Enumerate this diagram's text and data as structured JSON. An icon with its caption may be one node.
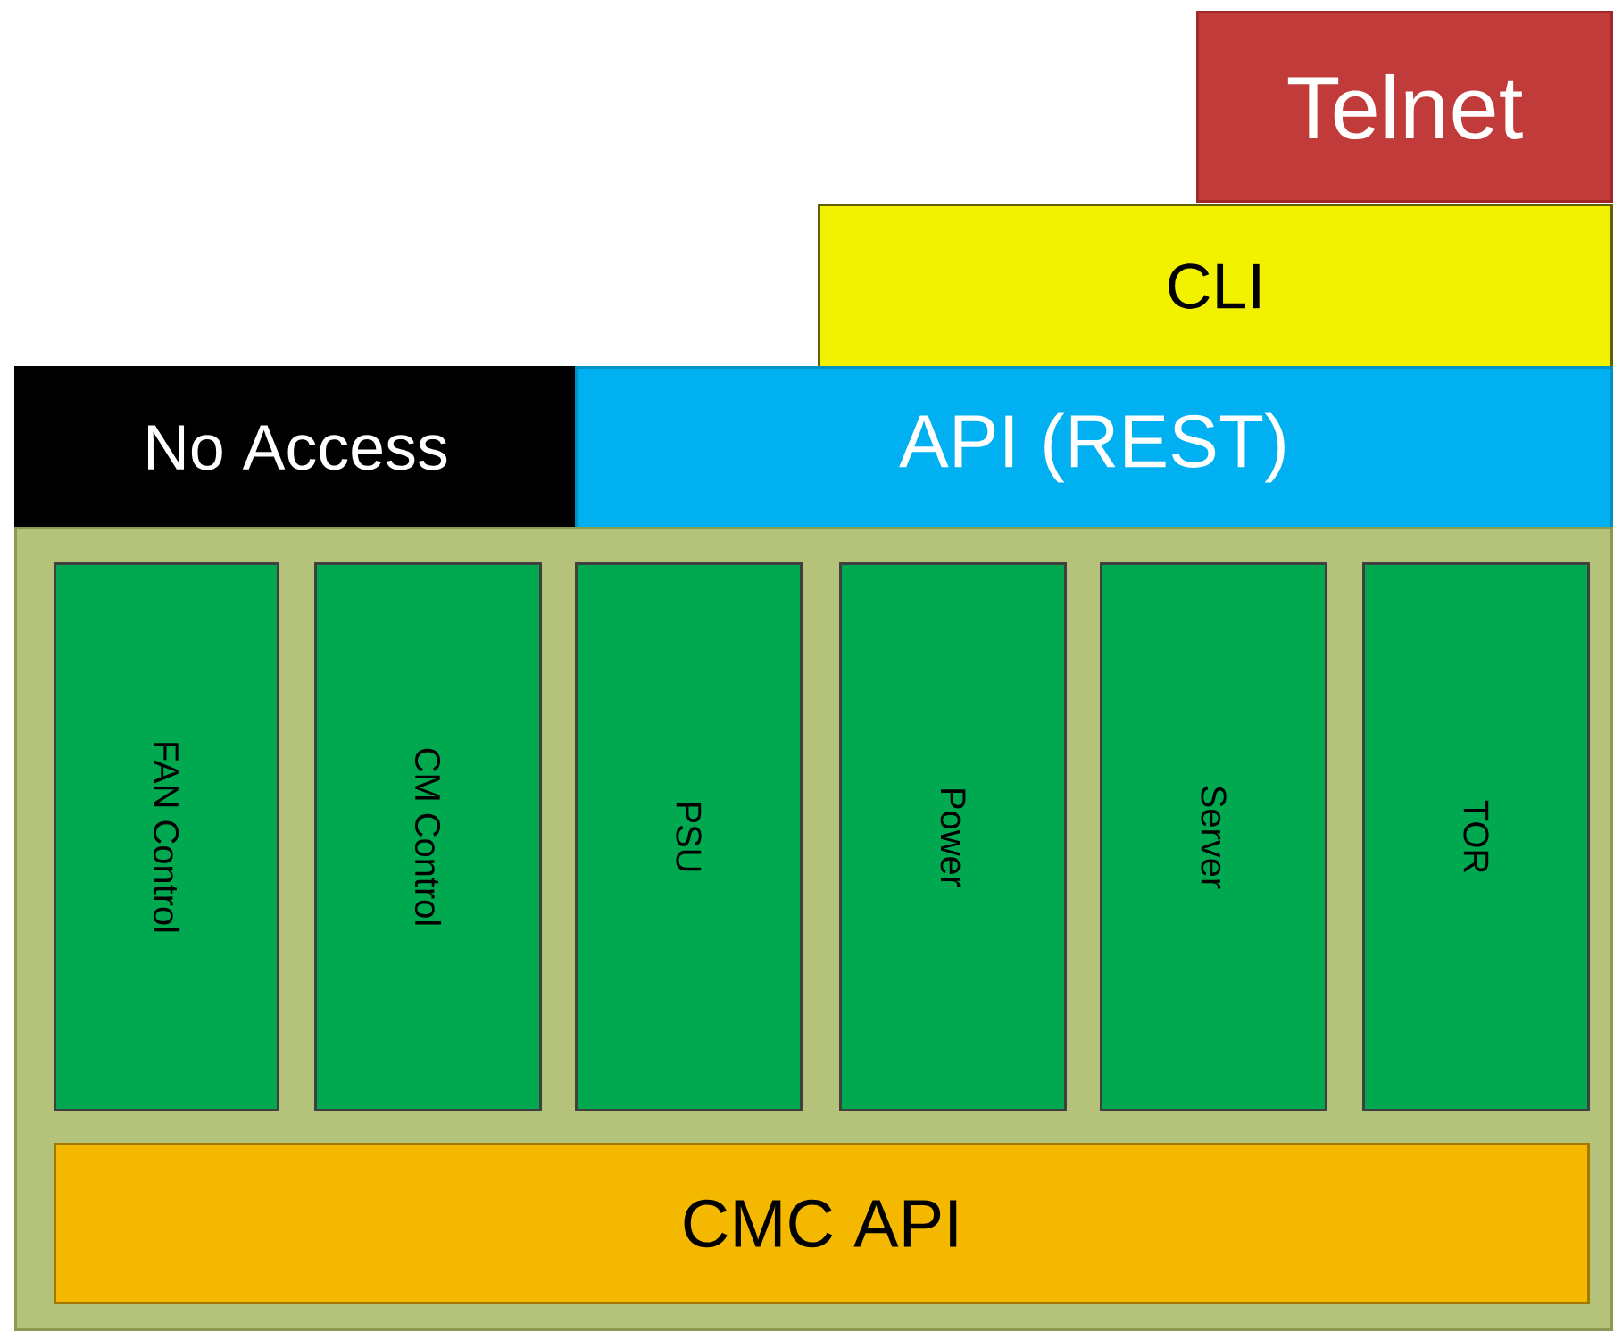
{
  "diagram": {
    "nodes": [
      {
        "text": [
          "Telnet"
        ]
      },
      {
        "text": [
          "CLI"
        ]
      },
      {
        "text": [
          "No Access"
        ]
      },
      {
        "text": [
          "API (REST)"
        ]
      },
      {
        "text": [],
        "shape": "box"
      },
      {
        "text": [
          "FAN Control"
        ],
        "in": 4
      },
      {
        "text": [
          "CM Control"
        ],
        "in": 4
      },
      {
        "text": [
          "PSU"
        ],
        "in": 4
      },
      {
        "text": [
          "Power"
        ],
        "in": 4
      },
      {
        "text": [
          "Server"
        ],
        "in": 4
      },
      {
        "text": [
          "TOR"
        ],
        "in": 4
      },
      {
        "text": [
          "CMC API"
        ],
        "in": 4
      }
    ]
  }
}
